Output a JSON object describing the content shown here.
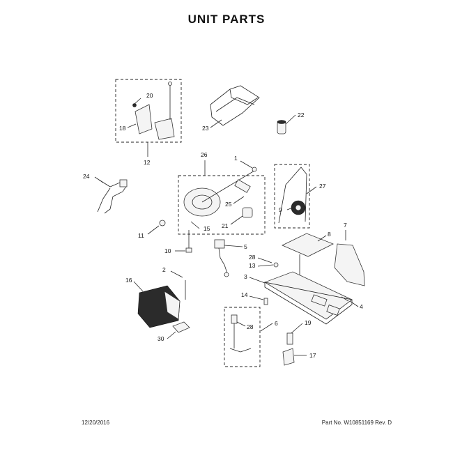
{
  "title": "UNIT  PARTS",
  "footer": {
    "date": "12/20/2016",
    "part_no": "Part  No.  W10851169   Rev.  D"
  },
  "callouts": {
    "c1": "1",
    "c2": "2",
    "c3": "3",
    "c4": "4",
    "c5": "5",
    "c6": "6",
    "c7": "7",
    "c8": "8",
    "c9": "9",
    "c10": "10",
    "c11": "11",
    "c12": "12",
    "c13": "13",
    "c14": "14",
    "c15": "15",
    "c16": "16",
    "c17": "17",
    "c18": "18",
    "c19": "19",
    "c20": "20",
    "c21": "21",
    "c22": "22",
    "c23": "23",
    "c24": "24",
    "c25": "25",
    "c26": "26",
    "c27": "27",
    "c28a": "28",
    "c28b": "28",
    "c30": "30"
  }
}
